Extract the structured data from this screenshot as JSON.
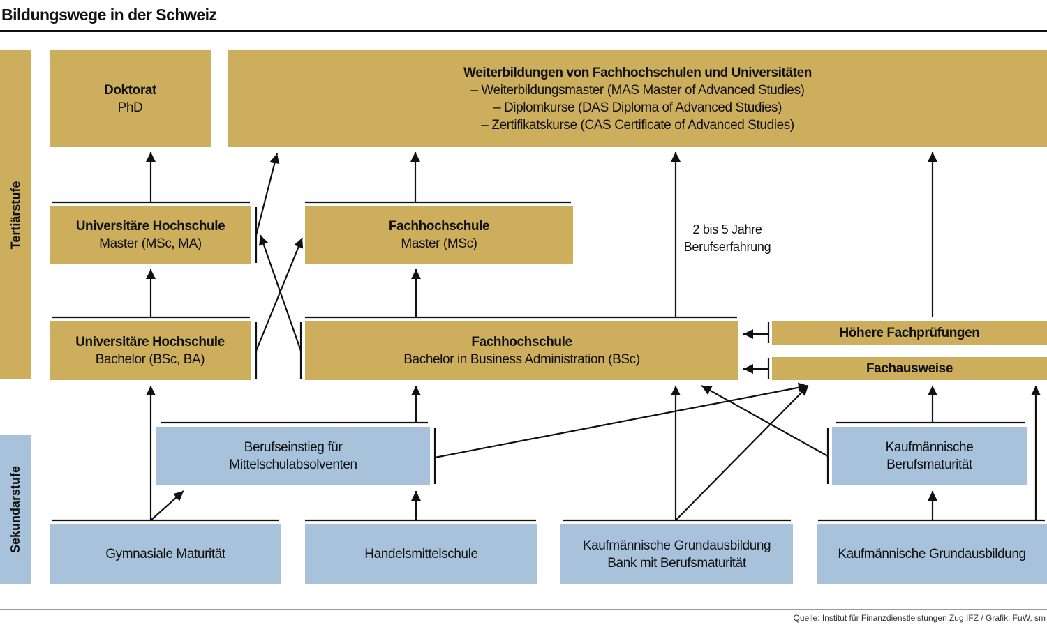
{
  "title": "Bildungswege in der Schweiz",
  "source": "Quelle: Institut für Finanzdienstleistungen Zug IFZ / Grafik: FuW, sm",
  "levels": {
    "tertiary": "Tertiärstufe",
    "secondary": "Sekundarstufe"
  },
  "boxes": {
    "doktorat": {
      "title": "Doktorat",
      "sub": "PhD"
    },
    "weiterbildung": {
      "title": "Weiterbildungen von Fachhochschulen und Universitäten",
      "line1": "– Weiterbildungsmaster (MAS Master of Advanced Studies)",
      "line2": "– Diplomkurse (DAS Diploma of Advanced Studies)",
      "line3": "– Zertifikatskurse (CAS Certificate of Advanced Studies)"
    },
    "uni_master": {
      "title": "Universitäre Hochschule",
      "sub": "Master (MSc, MA)"
    },
    "fh_master": {
      "title": "Fachhochschule",
      "sub": "Master (MSc)"
    },
    "uni_bachelor": {
      "title": "Universitäre Hochschule",
      "sub": "Bachelor (BSc, BA)"
    },
    "fh_bachelor": {
      "title": "Fachhochschule",
      "sub": "Bachelor in Business Administration (BSc)"
    },
    "hoehere": {
      "title": "Höhere Fachprüfungen"
    },
    "fachausweise": {
      "title": "Fachausweise"
    },
    "berufseinstieg": {
      "line1": "Berufseinstieg für",
      "line2": "Mittelschulabsolventen"
    },
    "kbm": {
      "line1": "Kaufmännische",
      "line2": "Berufsmaturität"
    },
    "gymnasiale": {
      "title": "Gymnasiale Maturität"
    },
    "handels": {
      "title": "Handelsmittelschule"
    },
    "kgb": {
      "line1": "Kaufmännische Grundausbildung",
      "line2": "Bank mit Berufsmaturität"
    },
    "kg": {
      "title": "Kaufmännische Grundausbildung"
    }
  },
  "experience": {
    "line1": "2 bis 5 Jahre",
    "line2": "Berufserfahrung"
  },
  "colors": {
    "gold": "#ccae5c",
    "blue": "#a8c2dc",
    "ink": "#111111"
  }
}
